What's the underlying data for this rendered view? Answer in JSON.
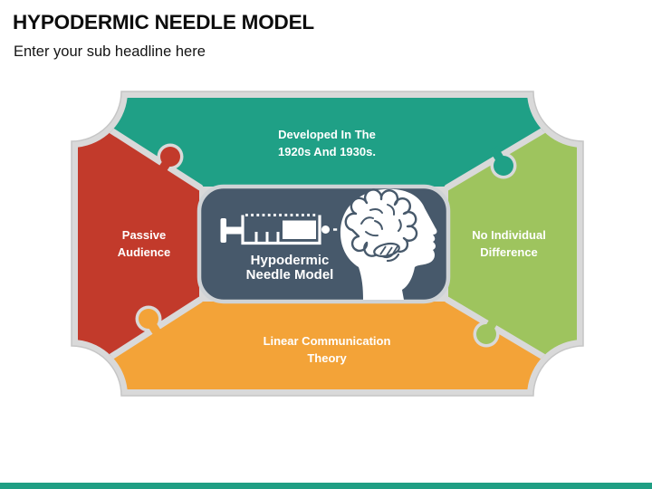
{
  "slide": {
    "title": "HYPODERMIC NEEDLE MODEL",
    "subtitle": "Enter your sub headline here",
    "background_color": "#FFFFFF"
  },
  "diagram": {
    "frame_color": "#D9D9D9",
    "label_color": "#FFFFFF",
    "center": {
      "line1": "Hypodermic",
      "line2": "Needle Model",
      "bg_color": "#47596B",
      "border_color": "#CFD3D6",
      "icon": "syringe-injecting-brain-icon",
      "icon_color": "#FFFFFF"
    },
    "pieces": {
      "top": {
        "line1": "Developed In The",
        "line2": "1920s And 1930s.",
        "color": "#1FA086"
      },
      "left": {
        "line1": "Passive",
        "line2": "Audience",
        "color": "#C23A2B"
      },
      "right": {
        "line1": "No Individual",
        "line2": "Difference",
        "color": "#9EC45E"
      },
      "bottom": {
        "line1": "Linear Communication",
        "line2": "Theory",
        "color": "#F3A338"
      }
    }
  },
  "footer": {
    "bar_color": "#1F9E83"
  }
}
